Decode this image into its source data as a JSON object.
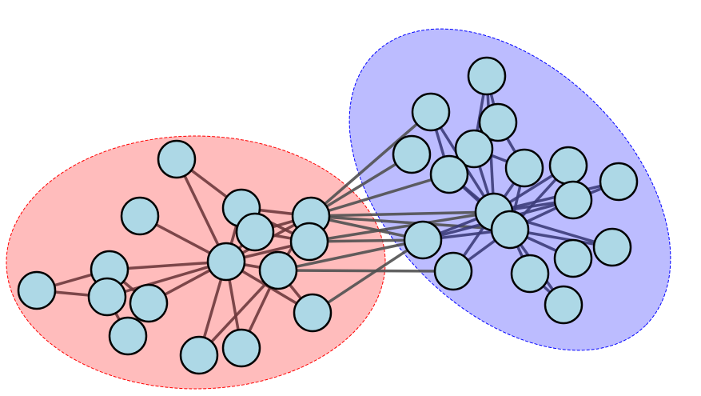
{
  "colors": {
    "cluster_red_fill": "#ffbcbc",
    "cluster_red_stroke": "#ff0000",
    "cluster_blue_fill": "#bcbcff",
    "cluster_blue_stroke": "#0000ff",
    "node_fill": "#add8e6",
    "node_stroke": "#000000",
    "edge_red": "#6e383c",
    "edge_blue": "#3c3c7a",
    "edge_between": "#505050"
  },
  "clusters": [
    {
      "id": "red",
      "nodes": [
        "A",
        "B",
        "C",
        "D",
        "E",
        "F",
        "G",
        "H",
        "I",
        "J",
        "K",
        "L",
        "M",
        "N",
        "O",
        "P"
      ]
    },
    {
      "id": "blue",
      "nodes": [
        "a",
        "b",
        "c",
        "d",
        "e",
        "f",
        "g",
        "h",
        "i",
        "j",
        "k",
        "l",
        "m",
        "n",
        "o",
        "p",
        "q",
        "r"
      ]
    }
  ],
  "edges": [
    [
      "A",
      "G"
    ],
    [
      "A",
      "C"
    ],
    [
      "B",
      "G"
    ],
    [
      "C",
      "E"
    ],
    [
      "C",
      "G"
    ],
    [
      "C",
      "F"
    ],
    [
      "D",
      "G"
    ],
    [
      "D",
      "E"
    ],
    [
      "E",
      "G"
    ],
    [
      "F",
      "G"
    ],
    [
      "H",
      "G"
    ],
    [
      "H",
      "E"
    ],
    [
      "I",
      "G"
    ],
    [
      "I",
      "J"
    ],
    [
      "J",
      "K"
    ],
    [
      "I",
      "L"
    ],
    [
      "K",
      "M"
    ],
    [
      "L",
      "G"
    ],
    [
      "K",
      "G"
    ],
    [
      "G",
      "O"
    ],
    [
      "G",
      "P"
    ],
    [
      "H",
      "O"
    ],
    [
      "H",
      "P"
    ],
    [
      "G",
      "N"
    ],
    [
      "H",
      "N"
    ],
    [
      "D",
      "F"
    ],
    [
      "E",
      "d"
    ],
    [
      "E",
      "b"
    ],
    [
      "E",
      "f"
    ],
    [
      "E",
      "k"
    ],
    [
      "E",
      "m"
    ],
    [
      "F",
      "m"
    ],
    [
      "F",
      "k"
    ],
    [
      "H",
      "n"
    ],
    [
      "H",
      "m"
    ],
    [
      "N",
      "m"
    ],
    [
      "E",
      "l"
    ],
    [
      "a",
      "e"
    ],
    [
      "a",
      "c"
    ],
    [
      "a",
      "k"
    ],
    [
      "c",
      "g"
    ],
    [
      "b",
      "f"
    ],
    [
      "b",
      "k"
    ],
    [
      "e",
      "g"
    ],
    [
      "e",
      "k"
    ],
    [
      "f",
      "k"
    ],
    [
      "f",
      "l"
    ],
    [
      "g",
      "k"
    ],
    [
      "g",
      "l"
    ],
    [
      "h",
      "k"
    ],
    [
      "h",
      "l"
    ],
    [
      "i",
      "j"
    ],
    [
      "i",
      "k"
    ],
    [
      "j",
      "k"
    ],
    [
      "j",
      "l"
    ],
    [
      "k",
      "m"
    ],
    [
      "k",
      "n"
    ],
    [
      "l",
      "m"
    ],
    [
      "l",
      "n"
    ],
    [
      "l",
      "o"
    ],
    [
      "l",
      "p"
    ],
    [
      "l",
      "q"
    ],
    [
      "k",
      "q"
    ],
    [
      "o",
      "r"
    ],
    [
      "l",
      "r"
    ],
    [
      "j",
      "m"
    ]
  ]
}
